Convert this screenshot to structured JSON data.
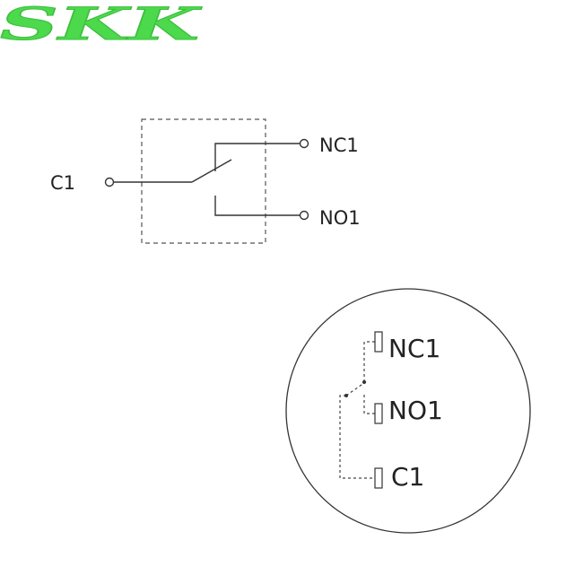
{
  "logo": {
    "text": "SKK",
    "color": "#4cd94c"
  },
  "schematic": {
    "terminal_common": "C1",
    "terminal_nc": "NC1",
    "terminal_no": "NO1"
  },
  "pin_view": {
    "pin_nc": "NC1",
    "pin_no": "NO1",
    "pin_c": "C1"
  },
  "colors": {
    "line": "#333333",
    "text": "#222222",
    "dashed": "#555555"
  }
}
